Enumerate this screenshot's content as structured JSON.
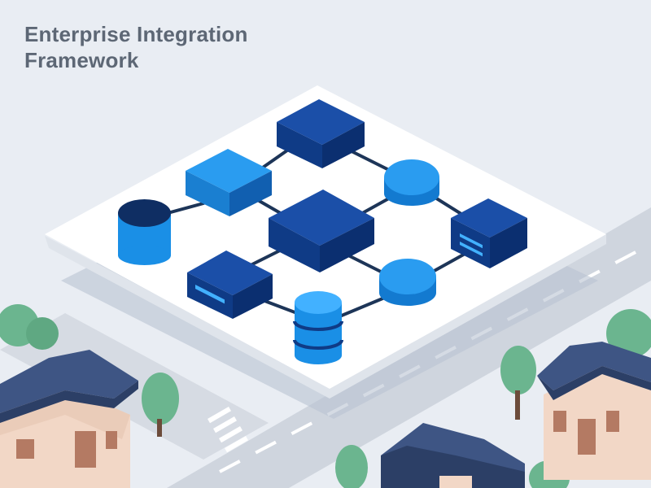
{
  "header": {
    "title_line_1": "Enterprise Integration",
    "title_line_2": "Framework"
  },
  "colors": {
    "background": "#e9edf3",
    "platform": "#ffffff",
    "node_dark_blue": "#123f8f",
    "node_bright_blue": "#1a8fe6",
    "connector": "#1d3558",
    "roof": "#3e5584",
    "wall": "#f2d7c6",
    "tree": "#6bb58f"
  },
  "diagram": {
    "nodes": [
      {
        "id": "top-cube",
        "shape": "cube",
        "color": "dark"
      },
      {
        "id": "left-cube",
        "shape": "cube",
        "color": "bright"
      },
      {
        "id": "center-cube",
        "shape": "cube",
        "color": "dark"
      },
      {
        "id": "left-database",
        "shape": "cylinder",
        "color": "dark-top"
      },
      {
        "id": "right-disc-top",
        "shape": "disc",
        "color": "bright"
      },
      {
        "id": "right-server",
        "shape": "box-slots",
        "color": "dark"
      },
      {
        "id": "right-disc-bottom",
        "shape": "disc",
        "color": "bright"
      },
      {
        "id": "bottom-left-box",
        "shape": "box-slot",
        "color": "dark"
      },
      {
        "id": "bottom-database",
        "shape": "stacked-cylinder",
        "color": "bright"
      }
    ],
    "connections": [
      [
        "top-cube",
        "left-cube"
      ],
      [
        "top-cube",
        "right-disc-top"
      ],
      [
        "left-cube",
        "left-database"
      ],
      [
        "left-cube",
        "center-cube"
      ],
      [
        "center-cube",
        "right-disc-top"
      ],
      [
        "right-disc-top",
        "right-server"
      ],
      [
        "center-cube",
        "bottom-left-box"
      ],
      [
        "center-cube",
        "right-disc-bottom"
      ],
      [
        "right-server",
        "right-disc-bottom"
      ],
      [
        "bottom-left-box",
        "bottom-database"
      ],
      [
        "bottom-database",
        "right-disc-bottom"
      ]
    ]
  }
}
